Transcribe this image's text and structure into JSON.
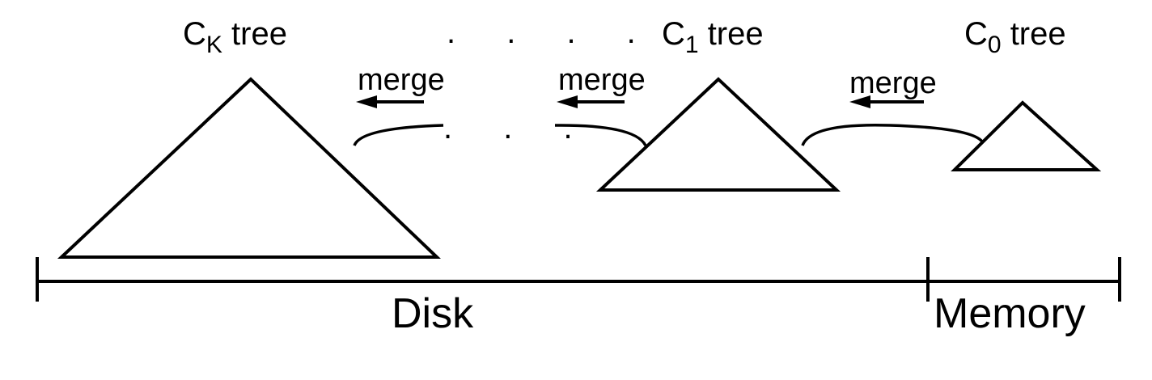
{
  "trees": [
    {
      "id": "ck",
      "base": "C",
      "sub": "K",
      "suffix": " tree"
    },
    {
      "id": "c1",
      "base": "C",
      "sub": "1",
      "suffix": " tree"
    },
    {
      "id": "c0",
      "base": "C",
      "sub": "0",
      "suffix": " tree"
    }
  ],
  "top_ellipsis": ". . . .",
  "mid_ellipsis": ". . .",
  "merge_labels": [
    "merge",
    "merge",
    "merge"
  ],
  "regions": {
    "disk": "Disk",
    "memory": "Memory"
  }
}
